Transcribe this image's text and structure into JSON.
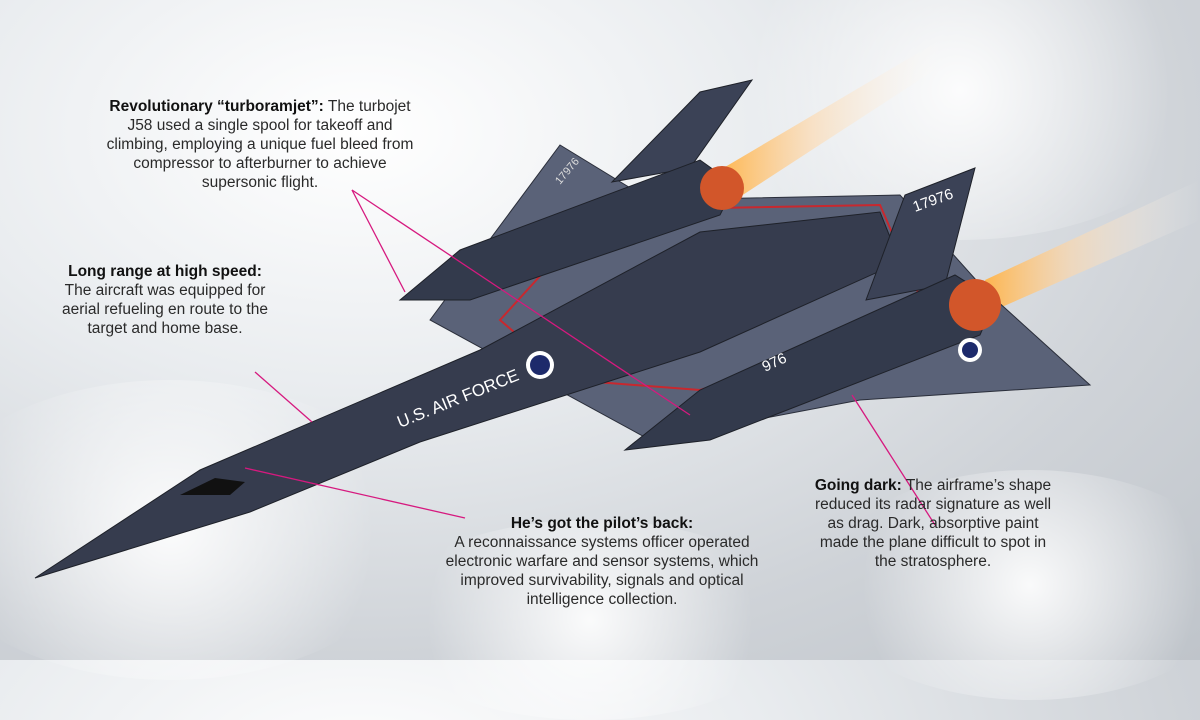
{
  "callouts": {
    "engine": {
      "heading": "Revolutionary “turboramjet”:",
      "body": " The turbojet J58 used a single spool for takeoff and climbing, employing a unique fuel bleed from compressor to afterburner to achieve supersonic flight."
    },
    "range": {
      "heading": "Long range at high speed:",
      "body": "The aircraft was equipped for aerial refueling en route to the target and home base."
    },
    "crew": {
      "heading": "He’s got the pilot’s back:",
      "body": "A reconnaissance systems officer operated electronic warfare and sensor systems, which improved survivability, signals and optical intelligence collection."
    },
    "stealth": {
      "heading": "Going dark:",
      "body": " The airframe’s shape reduced its radar signature as well as drag. Dark, absorptive paint made the plane difficult to spot in the stratosphere."
    }
  },
  "markings": {
    "fuselage": "U.S. AIR FORCE",
    "tail_right": "17976",
    "tail_left": "17976",
    "nacelle": "976"
  },
  "colors": {
    "leader": "#d6197f",
    "airframe": "#2f3444",
    "stripe": "#c8282e"
  }
}
